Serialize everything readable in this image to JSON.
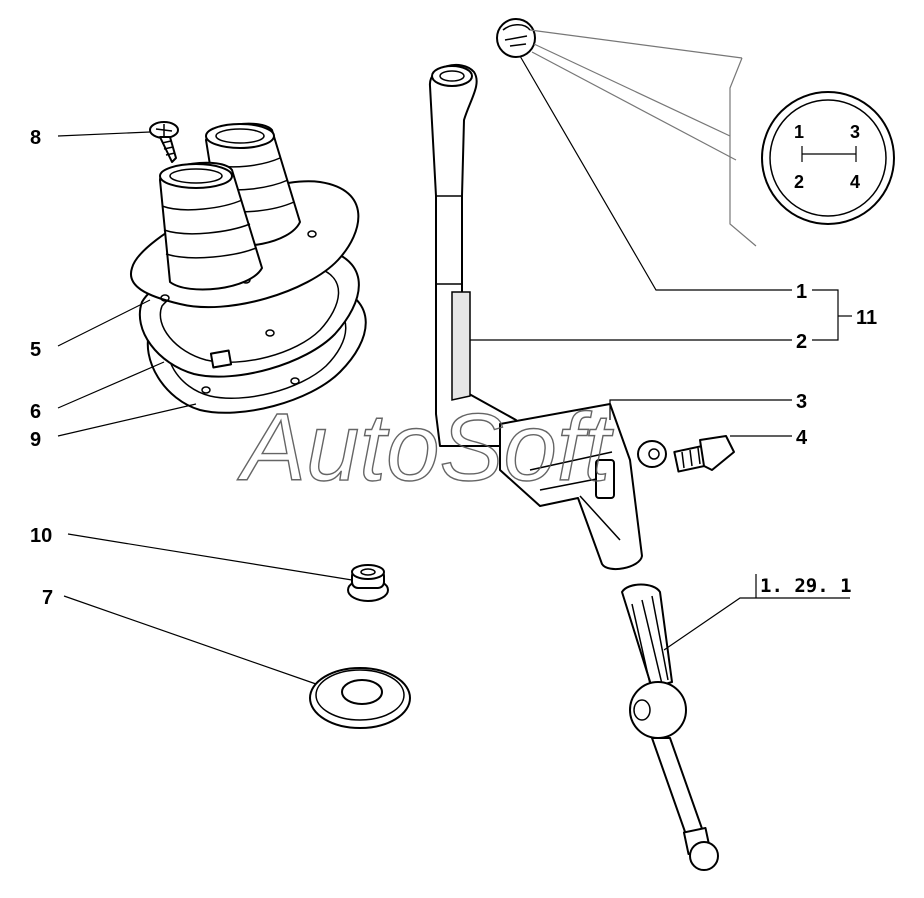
{
  "diagram": {
    "watermark": "AutoSoft",
    "reference_box": "1. 29. 1",
    "shift_pattern": {
      "top_left": "1",
      "top_right": "3",
      "bottom_left": "2",
      "bottom_right": "4"
    },
    "callouts": {
      "c1": "1",
      "c2": "2",
      "c3": "3",
      "c4": "4",
      "c5": "5",
      "c6": "6",
      "c7": "7",
      "c8": "8",
      "c9": "9",
      "c10": "10",
      "c11": "11"
    },
    "parts": [
      {
        "id": "knob",
        "icon": "gear-knob-icon"
      },
      {
        "id": "lever",
        "icon": "gear-lever-icon"
      },
      {
        "id": "bracket",
        "icon": "lever-bracket-icon"
      },
      {
        "id": "bolt",
        "icon": "bolt-icon"
      },
      {
        "id": "boot-upper",
        "icon": "rubber-boot-icon"
      },
      {
        "id": "boot-gasket",
        "icon": "gasket-icon"
      },
      {
        "id": "plug",
        "icon": "rubber-plug-icon"
      },
      {
        "id": "screw",
        "icon": "screw-icon"
      },
      {
        "id": "plate",
        "icon": "retaining-plate-icon"
      },
      {
        "id": "bush",
        "icon": "bush-icon"
      },
      {
        "id": "shaft",
        "icon": "selector-shaft-icon"
      }
    ]
  }
}
